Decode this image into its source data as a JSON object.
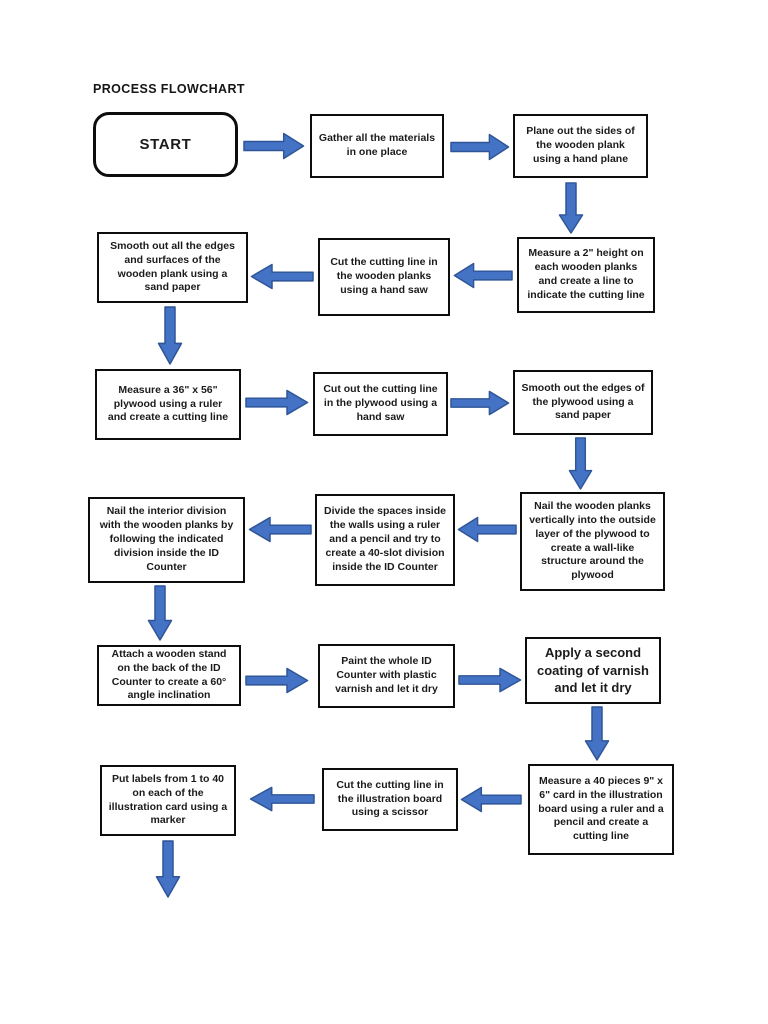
{
  "page": {
    "title": "PROCESS FLOWCHART"
  },
  "colors": {
    "arrow_fill": "#4472C4",
    "arrow_outline": "#2F5597",
    "box_border": "#000000",
    "text": "#1b1b1b",
    "page_background": "#ffffff"
  },
  "flowchart": {
    "start_label": "START",
    "steps": [
      {
        "id": "gather-materials",
        "text": "Gather all the materials in one place"
      },
      {
        "id": "plane-sides",
        "text": "Plane out the sides of the wooden plank using a hand plane"
      },
      {
        "id": "measure-height",
        "text": "Measure a 2\" height on each wooden planks and create a line to indicate the cutting line"
      },
      {
        "id": "cut-planks",
        "text": "Cut the cutting line in the wooden planks using a hand saw"
      },
      {
        "id": "smooth-planks",
        "text": "Smooth out all the edges and surfaces of the wooden plank using a sand paper"
      },
      {
        "id": "measure-plywood",
        "text": "Measure a 36\" x 56\" plywood using a ruler and create a cutting line"
      },
      {
        "id": "cut-plywood",
        "text": "Cut out the cutting line in the plywood using a hand saw"
      },
      {
        "id": "smooth-plywood",
        "text": "Smooth out the edges of the plywood using a sand paper"
      },
      {
        "id": "nail-planks",
        "text": "Nail the wooden planks vertically into the outside layer of the plywood to create a wall-like structure around the plywood"
      },
      {
        "id": "divide-spaces",
        "text": "Divide the spaces inside the walls using a ruler and a pencil and try to create a 40-slot division inside the ID Counter"
      },
      {
        "id": "nail-interior",
        "text": "Nail the interior division with the wooden planks by following the indicated division inside the ID Counter"
      },
      {
        "id": "attach-stand",
        "text": "Attach a wooden stand on the back of the ID Counter to create a 60° angle inclination"
      },
      {
        "id": "paint-varnish",
        "text": "Paint the whole ID Counter with plastic varnish and let it dry"
      },
      {
        "id": "second-varnish",
        "text": "Apply a second coating of varnish and let it dry"
      },
      {
        "id": "measure-cards",
        "text": "Measure a 40 pieces 9\" x 6\" card in the illustration board using a ruler and a pencil and create a cutting line"
      },
      {
        "id": "cut-board",
        "text": "Cut the cutting line in the illustration board using a scissor"
      },
      {
        "id": "put-labels",
        "text": "Put labels from 1 to 40 on each of the illustration card using a marker"
      }
    ]
  }
}
